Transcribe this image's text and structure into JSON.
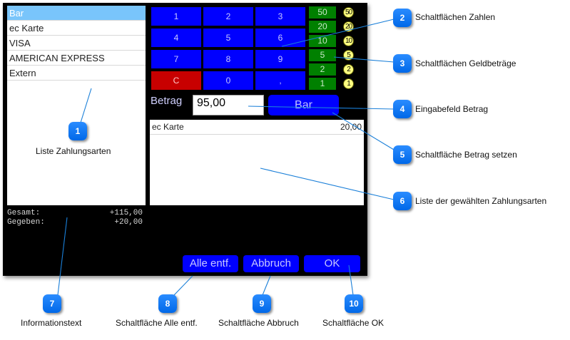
{
  "payment_types": {
    "items": [
      {
        "label": "Bar",
        "selected": true
      },
      {
        "label": "ec Karte",
        "selected": false
      },
      {
        "label": "VISA",
        "selected": false
      },
      {
        "label": "AMERICAN EXPRESS",
        "selected": false
      },
      {
        "label": "Extern",
        "selected": false
      }
    ]
  },
  "keypad": {
    "keys": [
      "1",
      "2",
      "3",
      "4",
      "5",
      "6",
      "7",
      "8",
      "9",
      "C",
      "0",
      ","
    ]
  },
  "money_buttons": {
    "notes": [
      "50",
      "20",
      "10",
      "5",
      "2",
      "1"
    ],
    "coins": [
      "50",
      "20",
      "10",
      "5",
      "2",
      "1"
    ]
  },
  "amount": {
    "label": "Betrag",
    "value": "95,00",
    "set_button_label": "Bar"
  },
  "chosen_payments": {
    "rows": [
      {
        "type": "ec Karte",
        "amount": "20,00"
      }
    ]
  },
  "info": {
    "total_label": "Gesamt:",
    "total_value": "+115,00",
    "given_label": "Gegeben:",
    "given_value": "+20,00"
  },
  "actions": {
    "remove_all_label": "Alle entf.",
    "cancel_label": "Abbruch",
    "ok_label": "OK"
  },
  "colors": {
    "key_blue": "#0000ff",
    "clear_red": "#c80000",
    "money_green": "#008000",
    "coin_yellow": "#ffff80",
    "selected_row": "#79c5fb",
    "badge_blue": "#0a78f5"
  },
  "callouts": [
    {
      "number": "1",
      "text": "Liste Zahlungsarten"
    },
    {
      "number": "2",
      "text": "Schaltflächen Zahlen"
    },
    {
      "number": "3",
      "text": "Schaltflächen Geldbeträge"
    },
    {
      "number": "4",
      "text": "Eingabefeld Betrag"
    },
    {
      "number": "5",
      "text": "Schaltfläche Betrag setzen"
    },
    {
      "number": "6",
      "text": "Liste der gewählten Zahlungsarten"
    },
    {
      "number": "7",
      "text": "Informationstext"
    },
    {
      "number": "8",
      "text": "Schaltfläche Alle entf."
    },
    {
      "number": "9",
      "text": "Schaltfläche Abbruch"
    },
    {
      "number": "10",
      "text": "Schaltfläche OK"
    }
  ]
}
